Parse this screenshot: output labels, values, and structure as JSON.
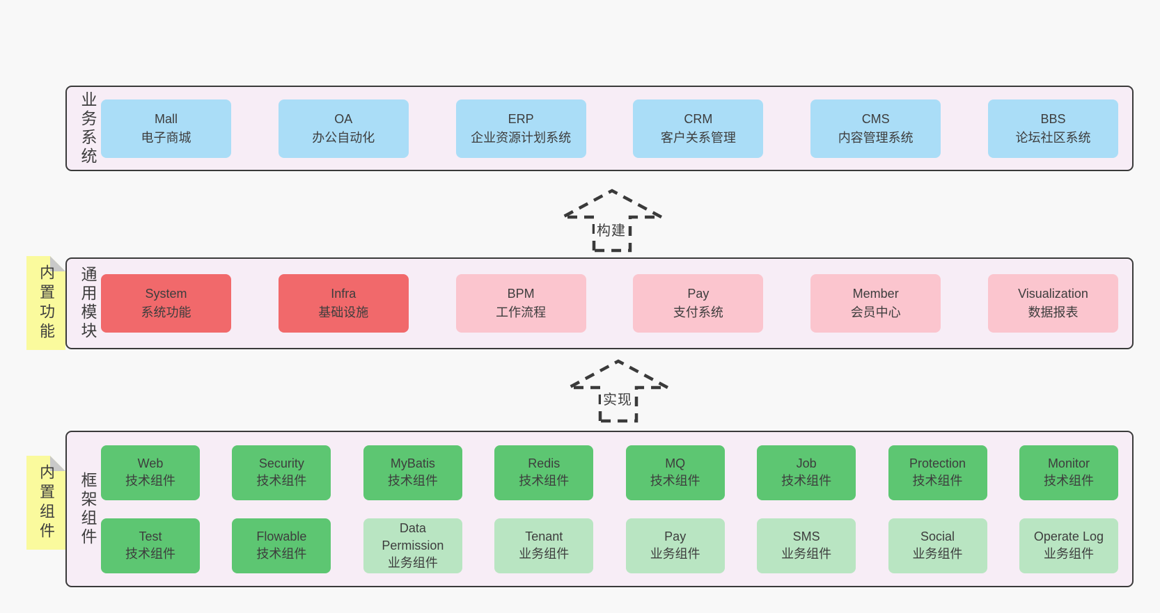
{
  "colors": {
    "page-bg": "#f8f8f8",
    "band-bg": "#f7edf6",
    "band-border": "#3a3a3a",
    "text": "#3d3d3d",
    "blue": "#aaddf7",
    "red": "#f1696b",
    "pink": "#fbc5ce",
    "green": "#5dc672",
    "light-green": "#b9e5c2",
    "sticky-yellow": "#fafa9d",
    "sticky-fold": "#c9c9c9"
  },
  "bands": {
    "business": {
      "label": "业务系统",
      "boxes": [
        {
          "name": "Mall",
          "desc": "电子商城"
        },
        {
          "name": "OA",
          "desc": "办公自动化"
        },
        {
          "name": "ERP",
          "desc": "企业资源计划系统"
        },
        {
          "name": "CRM",
          "desc": "客户关系管理"
        },
        {
          "name": "CMS",
          "desc": "内容管理系统"
        },
        {
          "name": "BBS",
          "desc": "论坛社区系统"
        }
      ]
    },
    "modules": {
      "label": "通用模块",
      "sticky": "内置功能",
      "boxes": [
        {
          "name": "System",
          "desc": "系统功能"
        },
        {
          "name": "Infra",
          "desc": "基础设施"
        },
        {
          "name": "BPM",
          "desc": "工作流程"
        },
        {
          "name": "Pay",
          "desc": "支付系统"
        },
        {
          "name": "Member",
          "desc": "会员中心"
        },
        {
          "name": "Visualization",
          "desc": "数据报表"
        }
      ]
    },
    "framework": {
      "label": "框架组件",
      "sticky": "内置组件",
      "row1": [
        {
          "name": "Web",
          "desc": "技术组件"
        },
        {
          "name": "Security",
          "desc": "技术组件"
        },
        {
          "name": "MyBatis",
          "desc": "技术组件"
        },
        {
          "name": "Redis",
          "desc": "技术组件"
        },
        {
          "name": "MQ",
          "desc": "技术组件"
        },
        {
          "name": "Job",
          "desc": "技术组件"
        },
        {
          "name": "Protection",
          "desc": "技术组件"
        },
        {
          "name": "Monitor",
          "desc": "技术组件"
        }
      ],
      "row2": [
        {
          "name": "Test",
          "desc": "技术组件"
        },
        {
          "name": "Flowable",
          "desc": "技术组件"
        },
        {
          "name": "Data Permission",
          "desc": "业务组件"
        },
        {
          "name": "Tenant",
          "desc": "业务组件"
        },
        {
          "name": "Pay",
          "desc": "业务组件"
        },
        {
          "name": "SMS",
          "desc": "业务组件"
        },
        {
          "name": "Social",
          "desc": "业务组件"
        },
        {
          "name": "Operate Log",
          "desc": "业务组件"
        }
      ]
    }
  },
  "arrows": {
    "build": "构建",
    "implement": "实现"
  }
}
